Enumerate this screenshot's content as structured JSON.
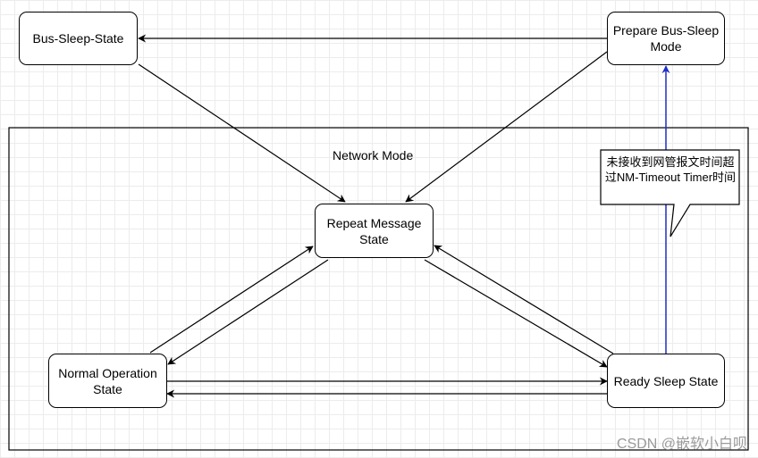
{
  "diagram": {
    "states": {
      "bus_sleep": "Bus-Sleep-State",
      "prepare_bus_sleep": "Prepare Bus-Sleep Mode",
      "repeat_message": "Repeat Message State",
      "normal_operation": "Normal Operation State",
      "ready_sleep": "Ready Sleep State"
    },
    "container_label": "Network Mode",
    "callout": "未接收到网管报文时间超过NM-Timeout Timer时间",
    "colors": {
      "line": "#000000",
      "transition_highlight": "#1f2fc9"
    }
  },
  "watermark": "CSDN @嵌软小白呗"
}
